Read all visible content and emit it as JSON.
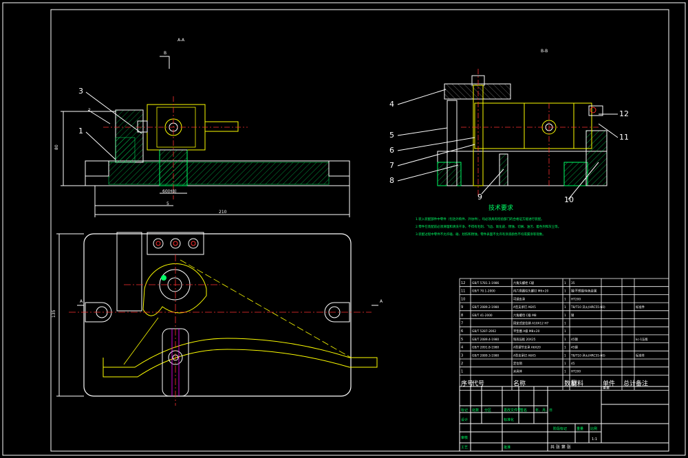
{
  "section_marks": {
    "a_a": "A-A",
    "b_b": "B-B",
    "b_left": "B",
    "a_left": "A",
    "a_right": "A"
  },
  "balloons_left": [
    "3",
    "2",
    "1"
  ],
  "balloons_right": [
    "4",
    "5",
    "6",
    "7",
    "8",
    "9",
    "10",
    "11",
    "12"
  ],
  "dimensions": {
    "height": "80",
    "bottom_small": "5",
    "bottom_total": "210",
    "width_small": "60(H8)",
    "plan_height": "135"
  },
  "tech_requirements": {
    "title": "技术要求",
    "lines": [
      "1.装入装配部件中零件（包括外购件、外协件），均必须具有检验部门的合格证方能进行装配。",
      "2.零件在装配前必须清理和清洗干净，不得有毛刺、飞边、氧化皮、锈蚀、切屑、油污、着色剂和灰尘等。",
      "3.装配过程中零件不允许磕、碰、划伤和锈蚀，零件表面不允许有涂漆颜色不均或漏涂等现象。"
    ]
  },
  "parts_table": {
    "rows": [
      [
        "12",
        "GB/T 5781.1-1986",
        "六角头螺栓 C级",
        "1",
        "35",
        "",
        "",
        ""
      ],
      [
        "11",
        "GB/T 70.1-2000",
        "内六角圆柱头螺钉 M6×20",
        "1",
        "钢/不锈钢/有色金属",
        "",
        "",
        ""
      ],
      [
        "10",
        "",
        "可调支承",
        "1",
        "HT200",
        "",
        "",
        ""
      ],
      [
        "9",
        "GB/T 2089.2-1980",
        "A型支承钉 A6X5",
        "1",
        "T8/T10 淬火(HRC55-60)",
        "",
        "",
        "标准件"
      ],
      [
        "8",
        "GB/T 41-2000",
        "六角螺母 C级 M8",
        "1",
        "钢",
        "",
        "",
        ""
      ],
      [
        "7",
        "",
        "固定式定位销 A10X12 H7",
        "1",
        "",
        "",
        "",
        ""
      ],
      [
        "6",
        "GB/T 5287-2002",
        "平垫圈 A级 M8×20",
        "1",
        "",
        "",
        "",
        ""
      ],
      [
        "5",
        "GB/T 2089.4-1980",
        "钩形压板 20X25",
        "1",
        "45钢",
        "",
        "",
        "kc-1压板"
      ],
      [
        "4",
        "GB/T 2091.8-1980",
        "A型调节支承 A6X20",
        "1",
        "45钢",
        "",
        "",
        ""
      ],
      [
        "3",
        "GB/T 2089.3-1980",
        "A型支承钉 A6X5",
        "1",
        "T8/T10 淬火(HRC55-60)",
        "",
        "",
        "标准件"
      ],
      [
        "2",
        "",
        "定位销",
        "1",
        "45",
        "",
        "",
        ""
      ],
      [
        "1",
        "",
        "夹具体",
        "1",
        "HT200",
        "",
        "",
        ""
      ]
    ],
    "header": [
      "序号",
      "代号",
      "名称",
      "数量",
      "材料",
      "单件",
      "总计",
      "备注"
    ],
    "weight_sub": "重量"
  },
  "title_block": {
    "marks": "标记",
    "count": "处数",
    "zone": "分区",
    "change_doc": "更改文件号",
    "signature": "签名",
    "date": "年、月、日",
    "design": "设计",
    "standardize": "标准化",
    "stage_mark": "阶段标记",
    "weight": "重量",
    "scale": "比例",
    "scale_value": "1:1",
    "review": "审核",
    "process": "工艺",
    "approve": "批准",
    "sheets": "共  张  第  张"
  }
}
